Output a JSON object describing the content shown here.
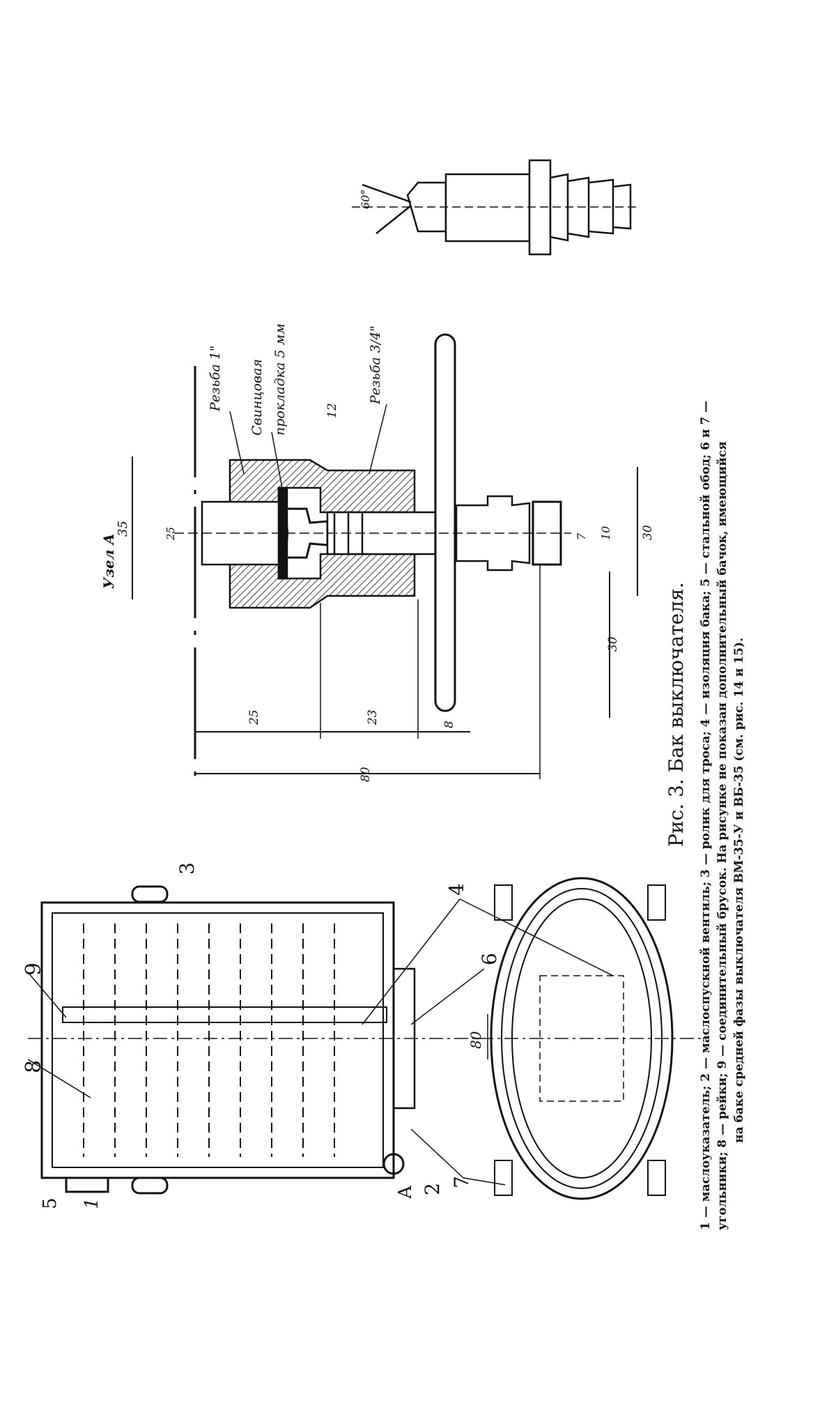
{
  "figure": {
    "title": "Рис. 3. Бак выключателя.",
    "caption_line1": "1 — маслоуказатель; 2 — маслоспускной вентиль; 3 — ролик для троса; 4 — изоляция бака; 5 — стальной обод; 6 и 7 —",
    "caption_line2": "угольники; 8 — рейки; 9 — соединительный брусок. На рисунке не показан дополнительный бачок, имеющийся",
    "caption_line3": "на баке средней фазы выключателя ВМ-35-У и ВБ-35 (см. рис. 14 и 15)."
  },
  "node_detail": {
    "title": "Узел А",
    "thread_1": "Резьба 1\"",
    "gasket_line1": "Свинцовая",
    "gasket_line2": "прокладка 5 мм",
    "thread_2": "Резьба 3/4\"",
    "dims": {
      "d35": "35",
      "d25a": "25",
      "d12": "12",
      "d30a": "30",
      "d10": "10",
      "d7": "7",
      "d30b": "30",
      "d25b": "25",
      "d23": "23",
      "d8": "8",
      "d80": "80"
    }
  },
  "tip_detail": {
    "angle": "60°"
  },
  "tank": {
    "labels": {
      "n1": "1",
      "n2": "2",
      "n3": "3",
      "n4": "4",
      "n5": "5",
      "n6": "6",
      "n7": "7",
      "n8": "8",
      "n9": "9",
      "a": "A"
    },
    "dim_80": "80"
  },
  "colors": {
    "ink": "#111111",
    "paper": "#ffffff"
  }
}
